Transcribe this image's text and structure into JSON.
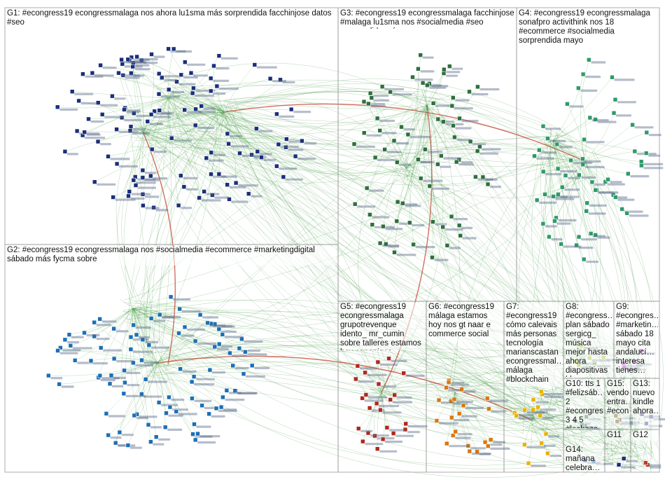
{
  "groups": [
    {
      "id": "G1",
      "label": "G1: #econgress19 econgressmalaga nos ahora lu1sma más sorprendida facchinjose datos #seo",
      "color": "#1a2f7a"
    },
    {
      "id": "G2",
      "label": "G2: #econgress19 econgressmalaga nos #socialmedia #ecommerce #marketingdigital sábado más fycma sobre",
      "color": "#1c6fb5"
    },
    {
      "id": "G3",
      "label": "G3: #econgress19 econgressmalaga facchinjose #malaga lu1sma nos #socialmedia #seo sorprendida más",
      "color": "#2f6f3e"
    },
    {
      "id": "G4",
      "label": "G4: #econgress19 econgressmalaga sonafpro activithink nos 18 #ecommerce #socialmedia sorprendida mayo",
      "color": "#2f9a6a"
    },
    {
      "id": "G5",
      "label": "G5: #econgress19 econgressmalaga grupotrevenque idento_ mr_cumin sobre talleres estamos hoy canonigos",
      "color": "#b0281c"
    },
    {
      "id": "G6",
      "label": "G6: #econgress19 málaga estamos hoy nos gt naar e commerce social",
      "color": "#d9780f"
    },
    {
      "id": "G7",
      "label": "G7: #econgress19 cómo calevais más personas tecnología marianscastan econgressmal… málaga #blockchain",
      "color": "#e8b400"
    },
    {
      "id": "G8",
      "label": "G8: #econgress… plan sábado sergicg_ música mejor hasta ahora diapositivas blanco",
      "color": "#a7c62b"
    },
    {
      "id": "G9",
      "label": "G9: #econgres… #marketin… sábado 18 mayo cita andalucí… interesa tienes…",
      "color": "#a03fbf"
    },
    {
      "id": "G10",
      "label": "G10: tts 1 #felizsáb… 2 #econgres… 3 4 5 #lechazo…",
      "color": "#3a7a56"
    },
    {
      "id": "G15",
      "label": "G15: vendo entra… #econ…",
      "color": "#7a5a2a"
    },
    {
      "id": "G13",
      "label": "G13: nuevo kindle ahora…",
      "color": "#4a4a9a"
    },
    {
      "id": "G11",
      "label": "G11",
      "color": "#1a2f7a"
    },
    {
      "id": "G12",
      "label": "G12",
      "color": "#c23a2a"
    },
    {
      "id": "G14",
      "label": "G14: mañana celebra…",
      "color": "#1c6fb5"
    }
  ]
}
